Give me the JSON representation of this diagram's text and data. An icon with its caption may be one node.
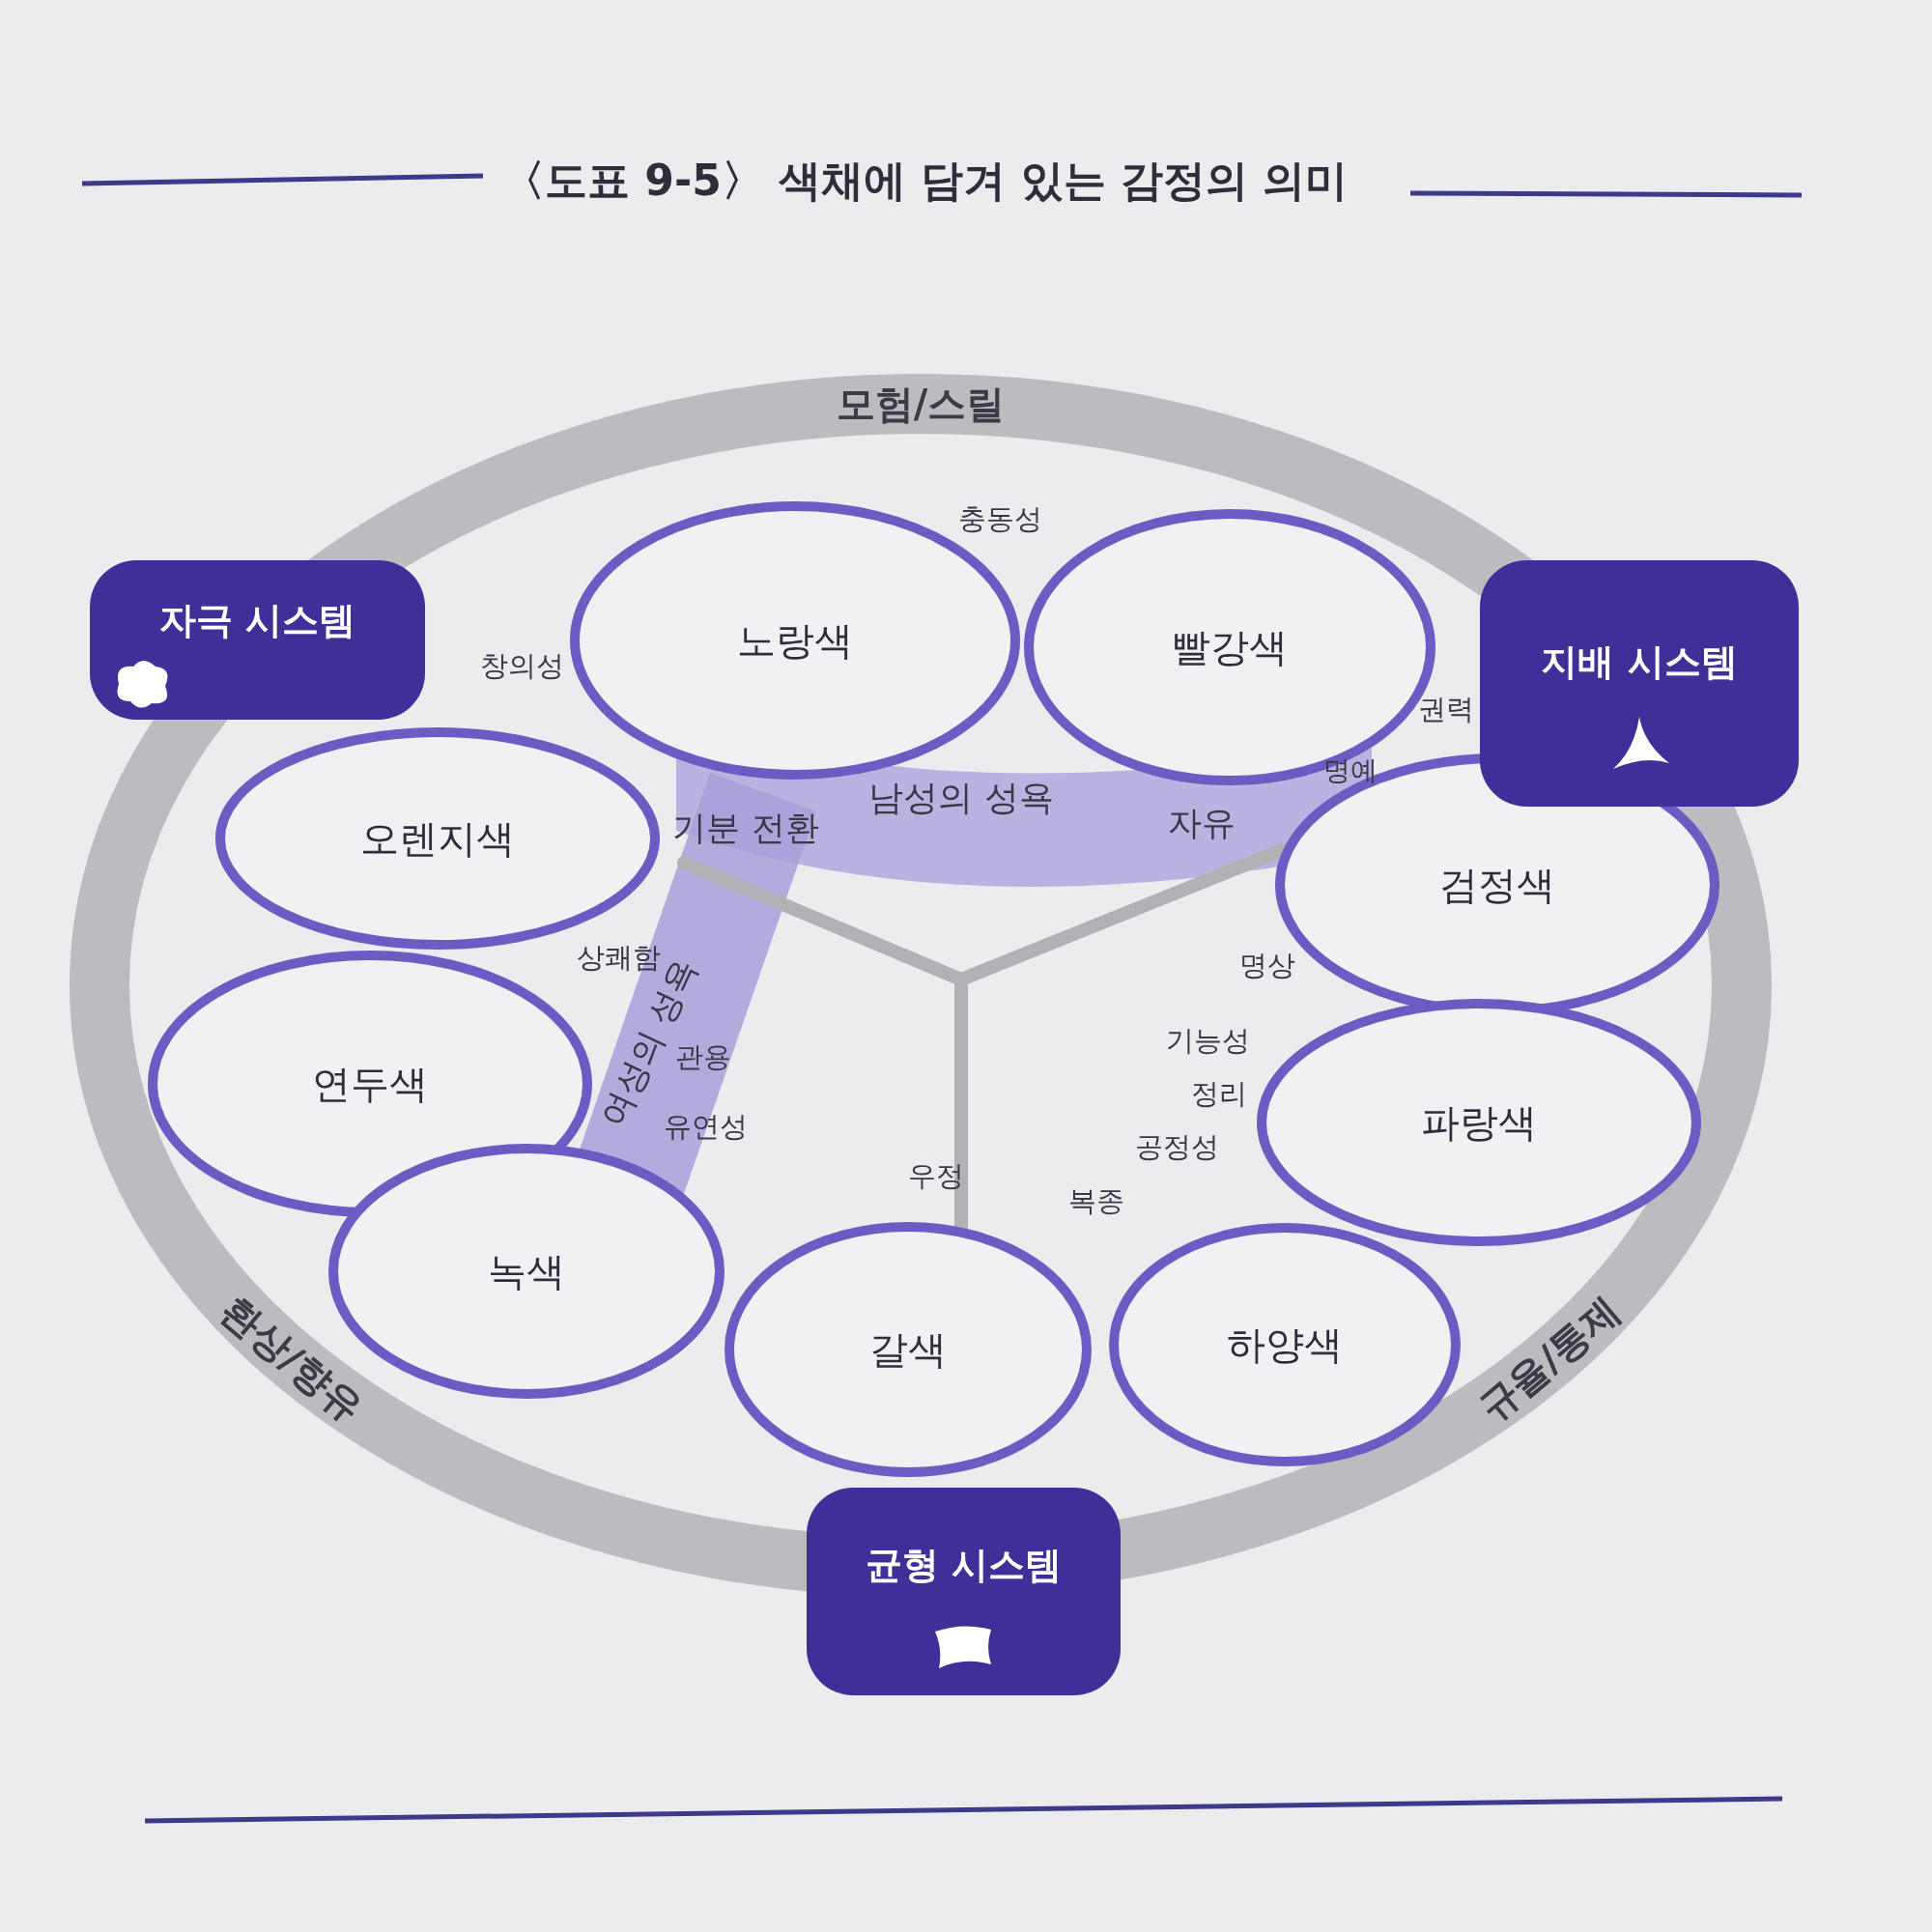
{
  "diagram": {
    "title": "〈도표 9-5〉 색채에 담겨 있는 감정의 의미",
    "nodes": [
      {
        "text": [
          "모험/스릴",
          "환상/향유",
          "규율/통제"
        ]
      },
      {
        "text": [
          "자극 시스템"
        ]
      },
      {
        "text": [
          "노랑색"
        ],
        "in": 0
      },
      {
        "text": [
          "빨강색"
        ],
        "in": 0
      },
      {
        "text": [
          "지배 시스템"
        ]
      },
      {
        "text": [
          "오렌지색"
        ],
        "in": 0
      },
      {
        "text": [
          "검정색"
        ],
        "in": 0
      },
      {
        "text": [
          "연두색"
        ],
        "in": 0
      },
      {
        "text": [
          "파랑색"
        ],
        "in": 0
      },
      {
        "text": [
          "녹색"
        ],
        "in": 0
      },
      {
        "text": [
          "갈색"
        ],
        "in": 0
      },
      {
        "text": [
          "하양색"
        ],
        "in": 0
      },
      {
        "text": [
          "균형 시스템"
        ]
      }
    ],
    "edges": [],
    "labels": [
      "충동성",
      "창의성",
      "권력",
      "남성의 성욕",
      "기분 전환",
      "명예",
      "자유",
      "상쾌함",
      "명상",
      "여성의 성욕",
      "관용",
      "기능성",
      "정리",
      "유연성",
      "공정성",
      "우정",
      "복종"
    ]
  }
}
